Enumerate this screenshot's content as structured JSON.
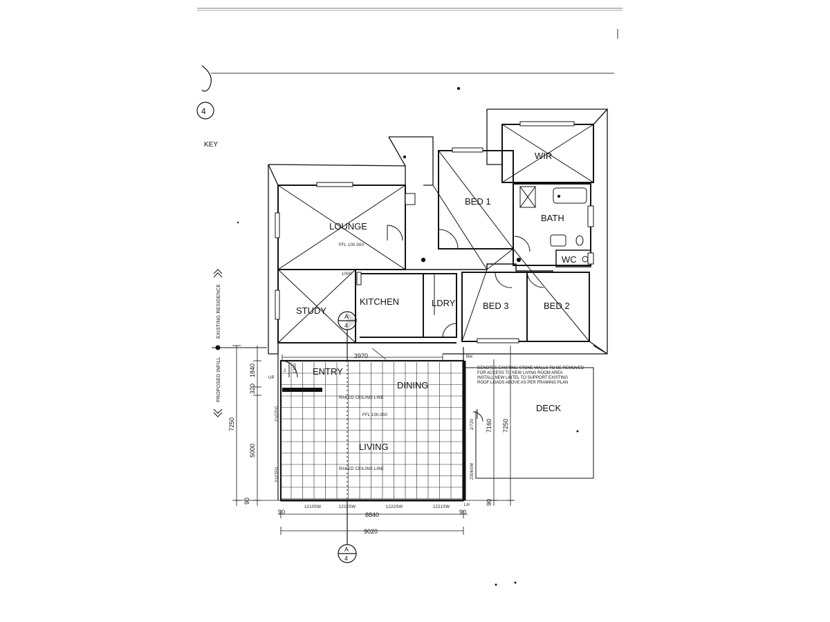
{
  "key": {
    "label": "KEY",
    "reference": "4"
  },
  "rooms": {
    "lounge": "LOUNGE",
    "lounge_ffl": "FFL 100.000",
    "bed1": "BED 1",
    "wir": "WIR",
    "bath": "BATH",
    "wc": "WC",
    "study": "STUDY",
    "kitchen": "KITCHEN",
    "ldry": "LDRY",
    "bed3": "BED 3",
    "bed2": "BED 2",
    "entry": "ENTRY",
    "dining": "DINING",
    "living": "LIVING",
    "deck": "DECK",
    "infill_ffl": "FFL 100.000"
  },
  "labels": {
    "raked_ceiling_1": "RAKED CEILING LINE",
    "raked_ceiling_2": "RAKED CEILING LINE",
    "existing_residence": "EXISTING RESIDENCE",
    "proposed_infill": "PROPOSED INFILL",
    "up": "UP",
    "rh": "RH",
    "lh": "LH",
    "step": "2",
    "door_1200": "1200",
    "door_2720": "2/720",
    "window_2107fg_1": "2107FG",
    "window_2107fg_2": "2107FG",
    "window_2306sw": "2306SW",
    "opening_1000": "1000"
  },
  "section_markers": {
    "top": {
      "letter": "A",
      "number": "4"
    },
    "bottom": {
      "letter": "A",
      "number": "4"
    }
  },
  "note": [
    "DENOTES EXISTING STONE WALLS TO BE REMOVED",
    "FOR ACCESS TO NEW LIVING ROOM AREA",
    "INSTALL NEW LINTEL TO SUPPORT EXISTING",
    "ROOF LOADS ABOVE AS PER FRAMING PLAN"
  ],
  "dimensions": {
    "top_3970": "3970",
    "left_1840": "1840",
    "left_320": "320",
    "left_5000": "5000",
    "left_7250": "7250",
    "left_90": "90",
    "right_7160": "7160",
    "right_7250": "7250",
    "right_90": "90",
    "bottom_90_left": "90",
    "bottom_90_right": "90",
    "bottom_8840": "8840",
    "bottom_9020": "9020",
    "win_1210sw": "1210SW",
    "win_1222sw_a": "1222SW",
    "win_1222sw_b": "1222SW",
    "win_1221sw": "1221SW"
  }
}
